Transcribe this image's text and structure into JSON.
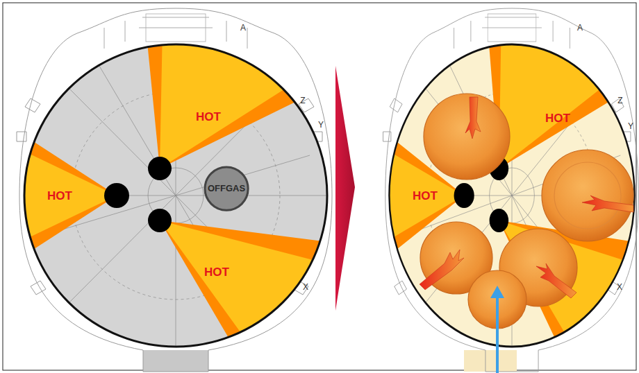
{
  "diagram": {
    "nodes": [
      {
        "text": [
          "HOT"
        ]
      },
      {
        "text": [
          "HOT"
        ]
      },
      {
        "text": [
          "HOT"
        ]
      },
      {
        "text": [
          "OFFGAS"
        ]
      },
      {
        "text": [
          "HOT"
        ]
      },
      {
        "text": [
          "HOT"
        ]
      }
    ],
    "labels": [
      "A",
      "Z",
      "Y",
      "X",
      "A",
      "Z",
      "Y",
      "X"
    ]
  }
}
